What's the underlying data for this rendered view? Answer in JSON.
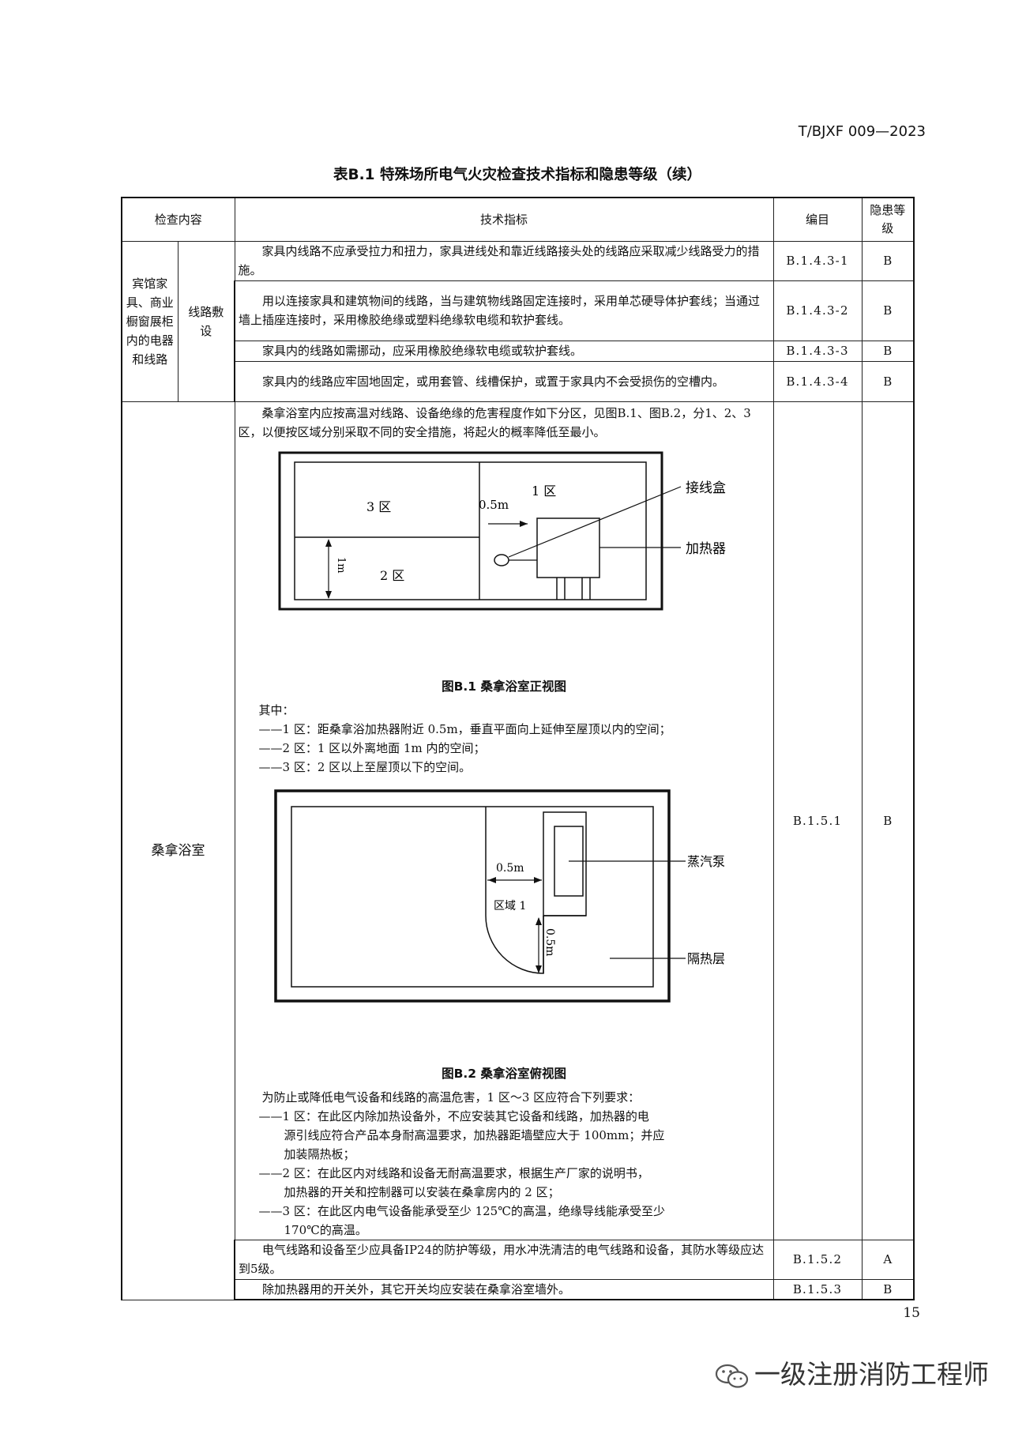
{
  "header": {
    "doc_code": "T/BJXF 009—2023"
  },
  "table_title": "表B.1  特殊场所电气火灾检查技术指标和隐患等级（续）",
  "columns": {
    "content": "检查内容",
    "indicator": "技术指标",
    "code": "编目",
    "level": "隐患等级"
  },
  "group1": {
    "category": "宾馆家具、商业橱窗展柜内的电器和线路",
    "sub": "线路敷设",
    "rows": [
      {
        "text": "家具内线路不应承受拉力和扭力，家具进线处和靠近线路接头处的线路应采取减少线路受力的措施。",
        "code": "B.1.4.3-1",
        "level": "B"
      },
      {
        "text": "用以连接家具和建筑物间的线路，当与建筑物线路固定连接时，采用单芯硬导体护套线；当通过墙上插座连接时，采用橡胶绝缘或塑料绝缘软电缆和软护套线。",
        "code": "B.1.4.3-2",
        "level": "B"
      },
      {
        "text": "家具内的线路如需挪动，应采用橡胶绝缘软电缆或软护套线。",
        "code": "B.1.4.3-3",
        "level": "B"
      },
      {
        "text": "家具内的线路应牢固地固定，或用套管、线槽保护，或置于家具内不会受损伤的空槽内。",
        "code": "B.1.4.3-4",
        "level": "B"
      }
    ]
  },
  "sauna": {
    "category": "桑拿浴室",
    "intro": "桑拿浴室内应按高温对线路、设备绝缘的危害程度作如下分区，见图B.1、图B.2，分1、2、3区，以便按区域分别采取不同的安全措施，将起火的概率降低至最小。",
    "fig1": {
      "caption": "图B.1 桑拿浴室正视图",
      "zone1": "1 区",
      "zone2": "2 区",
      "zone3": "3 区",
      "dist": "0.5m",
      "height": "1m",
      "junction_box": "接线盒",
      "heater": "加热器"
    },
    "notes_title": "其中：",
    "notes": [
      "——1 区：距桑拿浴加热器附近 0.5m，垂直平面向上延伸至屋顶以内的空间；",
      "——2 区：1 区以外离地面 1m 内的空间；",
      "——3 区：2 区以上至屋顶以下的空间。"
    ],
    "fig2": {
      "caption": "图B.2 桑拿浴室俯视图",
      "dist_h": "0.5m",
      "dist_v": "0.5m",
      "zone_label": "区域 1",
      "steam_pump": "蒸汽泵",
      "insulation": "隔热层"
    },
    "req_intro": "为防止或降低电气设备和线路的高温危害，1 区〜3 区应符合下列要求：",
    "req1a": "——1 区：在此区内除加热设备外，不应安装其它设备和线路，加热器的电",
    "req1b": "源引线应符合产品本身耐高温要求，加热器距墙壁应大于 100mm；并应",
    "req1c": "加装隔热板；",
    "req2a": "——2 区：在此区内对线路和设备无耐高温要求，根据生产厂家的说明书，",
    "req2b": "加热器的开关和控制器可以安装在桑拿房内的 2 区；",
    "req3a": "——3 区：在此区内电气设备能承受至少 125℃的高温，绝缘导线能承受至少",
    "req3b": "170℃的高温。",
    "code1": "B.1.5.1",
    "level1": "B",
    "row2_text": "电气线路和设备至少应具备IP24的防护等级，用水冲洗清洁的电气线路和设备，其防水等级应达到5级。",
    "code2": "B.1.5.2",
    "level2": "A",
    "row3_text": "除加热器用的开关外，其它开关均应安装在桑拿浴室墙外。",
    "code3": "B.1.5.3",
    "level3": "B"
  },
  "footer": {
    "page_number": "15",
    "watermark": "一级注册消防工程师"
  }
}
